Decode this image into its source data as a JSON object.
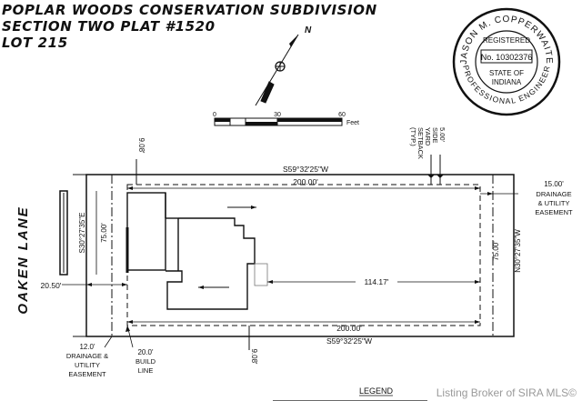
{
  "title": {
    "line1": "POPLAR WOODS CONSERVATION SUBDIVISION",
    "line2": "SECTION TWO PLAT #1520",
    "line3": "LOT 215"
  },
  "seal": {
    "name": "JASON M. COPPERWAITE",
    "registered": "REGISTERED",
    "number": "No. 10302376",
    "state_of": "STATE OF",
    "state": "INDIANA",
    "profession": "PROFESSIONAL ENGINEER"
  },
  "north_label": "N",
  "scale_bar": {
    "ticks": [
      "0",
      "30",
      "60"
    ],
    "unit": "Feet"
  },
  "dimensions": {
    "top_bearing": "S59°32'25\"W",
    "top_distance": "200.00'",
    "bottom_bearing": "S59°32'25\"W",
    "bottom_distance": "200.00'",
    "left_bearing": "S30°27'35\"E",
    "left_distance": "75.00'",
    "right_bearing": "N30°27'35\"W",
    "right_distance": "75.00'",
    "house_depth": "114.17'",
    "front_setback": "20.50'",
    "top_offset": "9.08'",
    "bottom_offset": "9.08'"
  },
  "notes": {
    "side_yard": [
      "5.00'",
      "SIDE",
      "YARD",
      "SETBACK",
      "(TYP.)"
    ],
    "drainage_right": [
      "15.00'",
      "DRAINAGE",
      "& UTILITY",
      "EASEMENT"
    ],
    "drainage_left": [
      "12.0'",
      "DRAINAGE &",
      "UTILITY",
      "EASEMENT"
    ],
    "build_line": [
      "20.0'",
      "BUILD",
      "LINE"
    ]
  },
  "street": "OAKEN LANE",
  "legend": "LEGEND",
  "watermark": "Listing Broker of SIRA MLS©"
}
